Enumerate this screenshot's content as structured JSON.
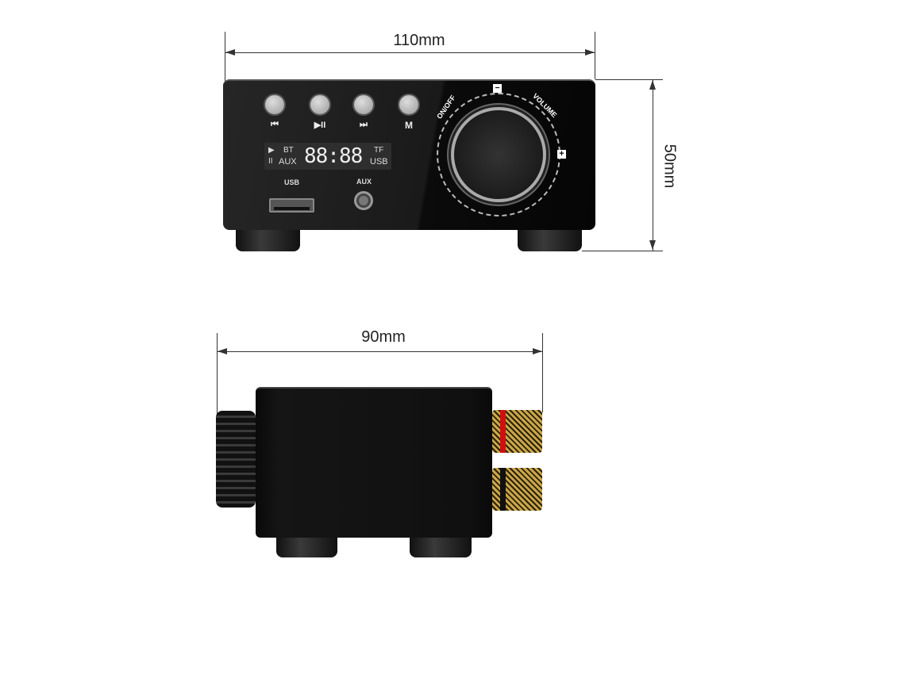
{
  "dimensions": {
    "width_front": "110mm",
    "height_front": "50mm",
    "depth_side": "90mm"
  },
  "front_panel": {
    "buttons": [
      {
        "icon": "previous-icon",
        "glyph": "⏮"
      },
      {
        "icon": "play-pause-icon",
        "glyph": "▶II"
      },
      {
        "icon": "next-icon",
        "glyph": "⏭"
      },
      {
        "icon": "mode-icon",
        "glyph": "M"
      }
    ],
    "display": {
      "play": "▶",
      "pause": "II",
      "bt": "BT",
      "aux": "AUX",
      "digits": "88:88",
      "tf": "TF",
      "usb": "USB"
    },
    "usb_label": "USB",
    "aux_label": "AUX",
    "knob": {
      "onoff": "ON/OFF",
      "volume": "VOLUME",
      "minus": "−",
      "plus": "+"
    }
  },
  "colors": {
    "red_terminal": "#d01010",
    "black_terminal": "#111111",
    "gold": "#c9a64a"
  }
}
